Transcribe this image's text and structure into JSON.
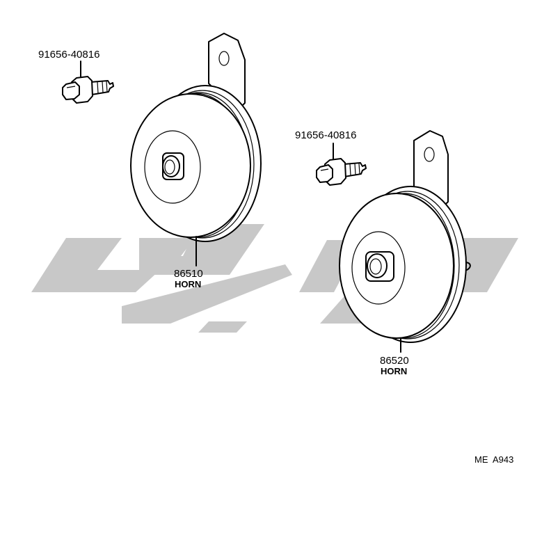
{
  "diagram": {
    "parts": [
      {
        "id": "bolt-1",
        "part_number": "91656-40816"
      },
      {
        "id": "horn-1",
        "part_number": "86510",
        "name": "HORN"
      },
      {
        "id": "bolt-2",
        "part_number": "91656-40816"
      },
      {
        "id": "horn-2",
        "part_number": "86520",
        "name": "HORN"
      }
    ],
    "figure_code": "ME  A943",
    "colors": {
      "line": "#000000",
      "watermark": "#c8c8c8",
      "background": "#ffffff"
    }
  }
}
